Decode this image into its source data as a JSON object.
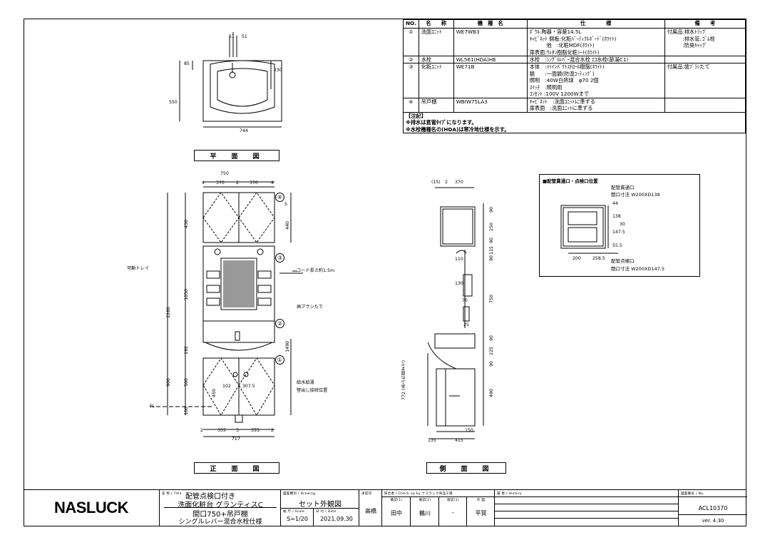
{
  "spec_table": {
    "headers": {
      "no": "NO.",
      "name": "名　　称",
      "model": "機　種　名",
      "spec": "仕　　　　様",
      "remarks": "備　　考"
    },
    "rows": [
      {
        "no": "①",
        "name": "洗面ﾕﾆｯﾄ",
        "model": "WE7WB3",
        "spec": [
          "ﾎﾞｳﾙ:陶器・容量14.5L",
          "ｷｬﾋﾞﾈｯﾄ 側板:化粧ﾊﾟｰﾃｨｸﾙﾎﾞｰﾄﾞ(ﾎﾜｲﾄ)",
          "　　　 他　:化粧MDF(ﾎﾜｲﾄ)",
          "扉表面:ｳﾚﾀﾝ樹脂化粧ｼｰﾄ(ﾎﾜｲﾄ)"
        ],
        "remarks": [
          "付属品:排水ﾄﾗｯﾌﾟ",
          "　　　:排水管､ｺﾞﾑ栓",
          "　　　:防臭ｷｬｯﾌﾟ"
        ]
      },
      {
        "no": "②",
        "name": "水栓",
        "model": "WL561(HDA)HE",
        "spec": [
          "水栓　:ｼﾝｸﾞﾙﾚﾊﾞｰ混合水栓 ｴｺ水栓(節湯C1)"
        ],
        "remarks": []
      },
      {
        "no": "③",
        "name": "化粧ﾕﾆｯﾄ",
        "model": "WE71B",
        "spec": [
          "本体　:ﾊｲｲﾝﾊﾟｸﾄｽﾁﾛｰﾙ樹脂(ﾎﾜｲﾄ)",
          "鏡　　:一面鏡(防湿ｺｰﾃｨﾝｸﾞ)",
          "照明　:40W白熱球　φ70 2個",
          "ｽｲｯﾁ　:照明用",
          "ｺﾝｾﾝﾄ :100V 1200Wまで"
        ],
        "remarks": [
          "付属品:歯ﾌﾞﾗｼたて"
        ]
      },
      {
        "no": "④",
        "name": "吊戸棚",
        "model": "WBIW75LA3",
        "spec": [
          "ｷｬﾋﾞﾈｯﾄ　:洗面ﾕﾆｯﾄに準ずる",
          "扉表面　:洗面ﾕﾆｯﾄに準ずる"
        ],
        "remarks": []
      }
    ],
    "notes": [
      "【注記】",
      "※排水は直管ﾀｲﾌﾟになります。",
      "※水栓機種名の(HDA)は寒冷地仕様を示す。"
    ]
  },
  "plan_view": {
    "label": "平　面　図",
    "dims": {
      "top_a": "51",
      "top_b": "51",
      "left_outer": "550",
      "left_inner": "85",
      "right": "230",
      "bottom": "744"
    }
  },
  "front_view": {
    "label": "正　面　図",
    "top_dims": {
      "total": "750",
      "a": "4",
      "b": "370",
      "c": "2",
      "d": "370",
      "e": "4"
    },
    "left_dims": {
      "upper": "430",
      "mid": "1050",
      "total": "2280",
      "bowl": "192",
      "lower": "900",
      "cab": "500",
      "base": "100",
      "fl": "FL"
    },
    "right_dims": {
      "upper": "440",
      "top": "5",
      "counter": "1490"
    },
    "inner_dims": {
      "a": "102",
      "b": "307.5",
      "c": "450"
    },
    "bottom_dims": {
      "a": "2",
      "b": "355",
      "c": "3",
      "d": "355",
      "e": "2",
      "total": "717"
    },
    "callouts": [
      "④",
      "③",
      "②",
      "①"
    ],
    "annotations": {
      "tray": "可動トレイ",
      "cord": "コード長さ約1.5m",
      "brush": "歯ブラシたて",
      "supply_line1": "給水給湯",
      "supply_line2": "壁出し接続位置"
    }
  },
  "side_view": {
    "label": "側　面　図",
    "top_dims": {
      "a": "(15)",
      "b": "2",
      "c": "370"
    },
    "right_dims": [
      "90",
      "250",
      "90",
      "115",
      "90",
      "750",
      "90",
      "225",
      "90",
      "490"
    ],
    "inner_dims": {
      "a": "110",
      "b": "130",
      "c": "70",
      "d": "25"
    },
    "left_dim": "772 (あふれ面まで)",
    "bottom_dims": {
      "a": "150",
      "b": "135",
      "c": "415"
    }
  },
  "pipe_box": {
    "title": "■配管貫通口・点検口位置",
    "top_label": "配管貫通口",
    "top_size": "開口寸法 W200XD138",
    "bottom_label": "配管点検口",
    "bottom_size": "開口寸法 W200XD147.5",
    "dims": {
      "a": "44",
      "b": "138",
      "c": "30",
      "d": "147.5",
      "e": "55.5",
      "f": "200",
      "g": "258.5"
    }
  },
  "title_block": {
    "logo": "NASLUCK",
    "title_caption": "名 称 / Title",
    "title_line1": "配管点検口付き",
    "title_line2": "洗面化粧台 グランティスC",
    "title_line3": "間口750+吊戸棚",
    "title_line4": "シングルレバー混合水栓仕様",
    "drawing_caption": "図面種別 / Drawing",
    "drawing": "セット外観図",
    "scale_caption": "縮 尺 / Scale",
    "scale": "S=1/20",
    "date_caption": "日 付 / Date",
    "date": "2021.09.30",
    "approver_caption": "承認印",
    "approver": "高橋",
    "check_caption": "照合者 / Check up by ナスラック商品工場",
    "check_sub": [
      "確認(1)",
      "確認(2)",
      "確認(1)",
      "作 図"
    ],
    "check_names": [
      "田中",
      "鶴川",
      "-",
      "平賀"
    ],
    "history_caption": "履 歴 / History",
    "no_caption": "図面番号 / No.",
    "number": "ACL10370",
    "version": "ver. 4.30"
  }
}
